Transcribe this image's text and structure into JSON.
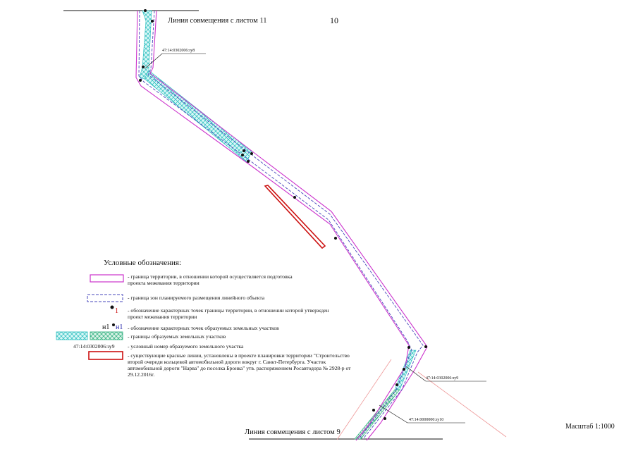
{
  "header": {
    "sheet_link_top": "Линия совмещения с листом 11",
    "page_number": "10"
  },
  "footer": {
    "sheet_link_bottom": "Линия совмещения с листом 9",
    "scale": "Масштаб 1:1000"
  },
  "parcel_labels": {
    "zu8": "47:14:0302006:зу8",
    "zu9": "47:14:0302006:зу9",
    "zu10": "47:14:0000000:зу10"
  },
  "legend": {
    "title": "Условные обозначения:",
    "items": [
      {
        "key": "territory-boundary",
        "text": "- граница территории, в отношении которой осуществляется подготовка проекта межевания территории"
      },
      {
        "key": "linear-zone",
        "text": "- граница зон планируемого размещения линейного объекта"
      },
      {
        "key": "boundary-points",
        "symbol": "1",
        "text": "- обозначение характерных точек границы территории, в отношении которой утвержден проект межевания территории"
      },
      {
        "key": "parcel-points",
        "symbol": "н1",
        "text": "- обозначение характерных точек образуемых земельных участков"
      },
      {
        "key": "parcel-boundaries",
        "text": "- границы образуемых земельных участков"
      },
      {
        "key": "parcel-number",
        "symbol": "47:14:0302006:зу9",
        "text": "- условный номер образуемого земельного участка"
      },
      {
        "key": "red-lines",
        "text": "- существующие красные линии, установлены в проекте планировки территории \"Строительство второй очереди кольцевой автомобильной дороги вокруг г. Санкт-Петербурга. Участок автомобильной дороги \"Нарва\" до поселка Бронка\" утв. распоряжением Росавтодора № 2928-р от 29.12.2016г."
      }
    ]
  },
  "colors": {
    "territory_boundary": "#cc33cc",
    "linear_zone": "#4444bb",
    "parcel_hatch": "#33cccc",
    "red_line": "#cc1111",
    "guide_line": "#ee9999"
  }
}
